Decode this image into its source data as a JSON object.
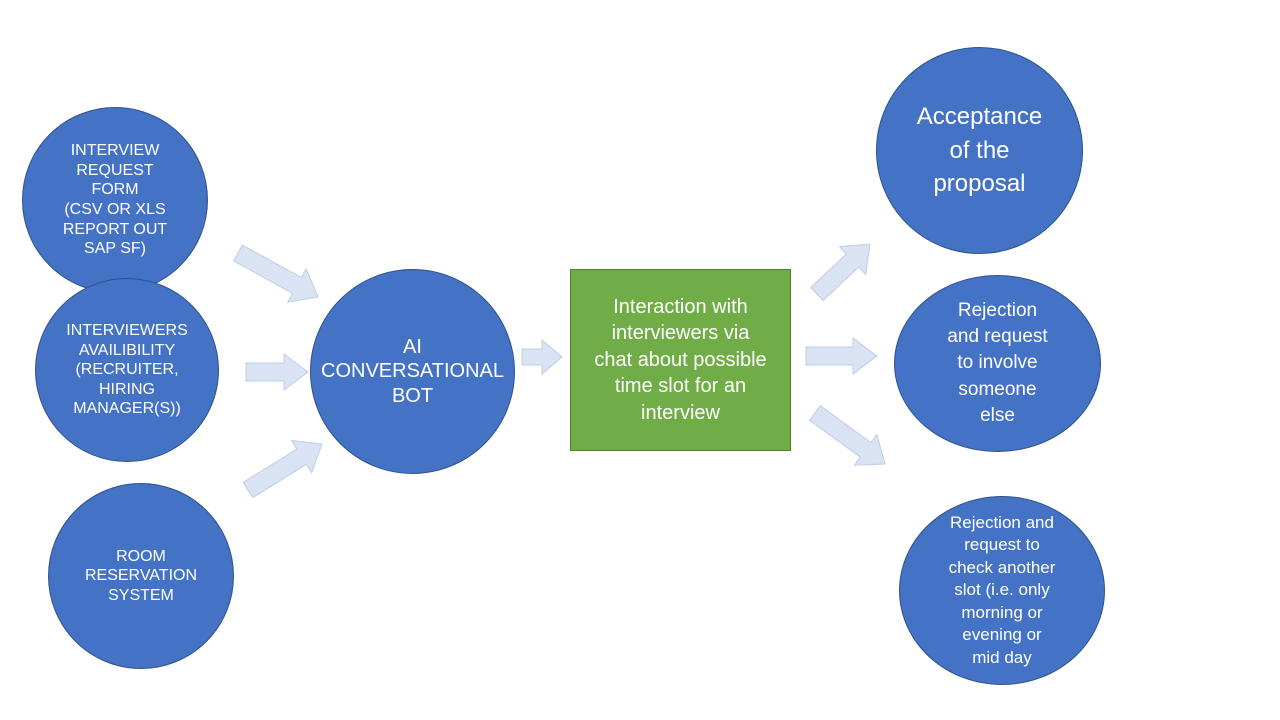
{
  "colors": {
    "circle_fill": "#4472c4",
    "circle_border": "#2f528f",
    "box_fill": "#70ad47",
    "box_border": "#507e32",
    "arrow_fill": "#dae3f3",
    "arrow_stroke": "#bfcde6",
    "text": "#ffffff"
  },
  "nodes": {
    "interview_request_form": [
      "INTERVIEW",
      "REQUEST FORM",
      "(CSV OR XLS",
      "REPORT OUT",
      "SAP SF)"
    ],
    "interviewers_availability": [
      "INTERVIEWERS",
      "AVAILIBILITY",
      "(RECRUITER,",
      "HIRING",
      "MANAGER(S))"
    ],
    "room_reservation": [
      "ROOM",
      "RESERVATION",
      "SYSTEM"
    ],
    "ai_bot": [
      "AI",
      "CONVERSATIONAL",
      "BOT"
    ],
    "interaction": [
      "Interaction with",
      "interviewers via",
      "chat about possible",
      "time slot for an",
      "interview"
    ],
    "acceptance": [
      "Acceptance",
      "of the",
      "proposal"
    ],
    "rejection_involve": [
      "Rejection",
      "and request",
      "to involve",
      "someone",
      "else"
    ],
    "rejection_slot": [
      "Rejection and",
      "request to",
      "check another",
      "slot (i.e. only",
      "morning or",
      "evening or",
      "mid day"
    ]
  },
  "arrow_icons": [
    "block-arrow-icon"
  ]
}
